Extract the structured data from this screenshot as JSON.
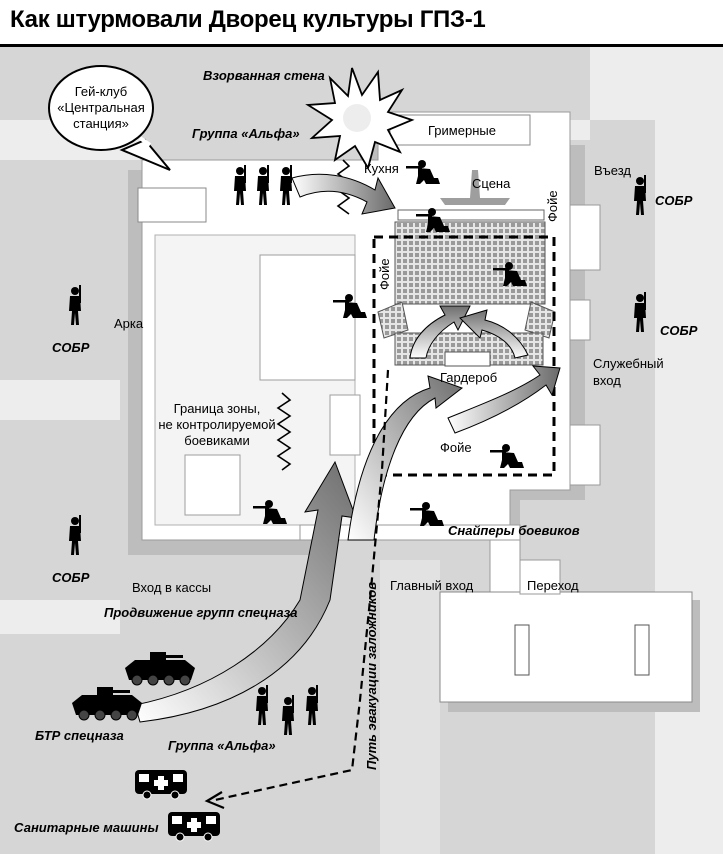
{
  "title": "Как штурмовали Дворец культуры ГПЗ-1",
  "labels": {
    "blown_wall": "Взорванная стена",
    "gay_club_line1": "Гей-клуб",
    "gay_club_line2": "«Центральная",
    "gay_club_line3": "станция»",
    "alpha_top": "Группа «Альфа»",
    "dressing_rooms": "Гримерные",
    "kitchen": "Кухня",
    "stage": "Сцена",
    "foyer_left": "Фойе",
    "foyer_right": "Фойе",
    "foyer_bottom": "Фойе",
    "entry": "Въезд",
    "sobr_1": "СОБР",
    "sobr_2": "СОБР",
    "sobr_3": "СОБР",
    "sobr_4": "СОБР",
    "arch": "Арка",
    "service_line1": "Служебный",
    "service_line2": "вход",
    "wardrobe": "Гардероб",
    "zone_line1": "Граница зоны,",
    "zone_line2": "не контролируемой",
    "zone_line3": "боевиками",
    "snipers": "Снайперы боевиков",
    "ticket_entrance": "Вход в кассы",
    "main_entrance": "Главный вход",
    "passage": "Переход",
    "special_forces_move": "Продвижение групп спецназа",
    "evacuation_path": "Путь эвакуации заложников",
    "apc": "БТР спецназа",
    "alpha_bottom": "Группа «Альфа»",
    "ambulances": "Санитарные машины"
  },
  "icons": {
    "explosion": "explosion-icon",
    "soldier_standing": "soldier-standing-icon",
    "soldier_kneeling": "soldier-kneeling-icon",
    "apc": "apc-icon",
    "ambulance": "ambulance-icon",
    "speech_bubble": "speech-bubble-icon",
    "arrow": "arrow-icon"
  },
  "colors": {
    "ground": "#d9d9d9",
    "road": "#ededed",
    "building": "#ffffff",
    "building_shadow": "#bdbdbd",
    "ink": "#000000"
  }
}
